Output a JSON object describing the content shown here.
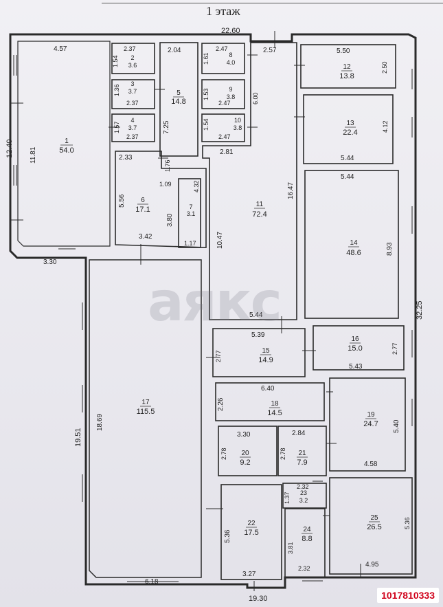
{
  "floor_title": "1 этаж",
  "watermark": "аякс",
  "listing_id": "1017810333",
  "outer_dims": {
    "top": "22.60",
    "left": "12.40",
    "right": "32.25",
    "bottom": "19.30",
    "left_lower": "19.51",
    "step": "3.30"
  },
  "rooms": [
    {
      "id": "1",
      "area": "54.0"
    },
    {
      "id": "2",
      "area": "3.6"
    },
    {
      "id": "3",
      "area": "3.7"
    },
    {
      "id": "4",
      "area": "3.7"
    },
    {
      "id": "5",
      "area": "14.8"
    },
    {
      "id": "6",
      "area": "17.1"
    },
    {
      "id": "7",
      "area": "3.1"
    },
    {
      "id": "8",
      "area": "4.0"
    },
    {
      "id": "9",
      "area": "3.8"
    },
    {
      "id": "10",
      "area": "3.8"
    },
    {
      "id": "11",
      "area": "72.4"
    },
    {
      "id": "12",
      "area": "13.8"
    },
    {
      "id": "13",
      "area": "22.4"
    },
    {
      "id": "14",
      "area": "48.6"
    },
    {
      "id": "15",
      "area": "14.9"
    },
    {
      "id": "16",
      "area": "15.0"
    },
    {
      "id": "17",
      "area": "115.5"
    },
    {
      "id": "18",
      "area": "14.5"
    },
    {
      "id": "19",
      "area": "24.7"
    },
    {
      "id": "20",
      "area": "9.2"
    },
    {
      "id": "21",
      "area": "7.9"
    },
    {
      "id": "22",
      "area": "17.5"
    },
    {
      "id": "23",
      "area": "3.2"
    },
    {
      "id": "24",
      "area": "8.8"
    },
    {
      "id": "25",
      "area": "26.5"
    }
  ],
  "dims": {
    "r1_top": "4.57",
    "r1_side": "11.81",
    "r2_top": "2.37",
    "r2_side": "1.54",
    "r3_side": "1.36",
    "r3_bottom": "2.37",
    "r4_side": "1.57",
    "r4_bottom": "2.37",
    "r5_top": "2.04",
    "r5_side": "7.25",
    "r6_top": "2.33",
    "r6_side": "5.56",
    "r6_bottom": "3.42",
    "r6_inner": "3.80",
    "r6_step1": "1.76",
    "r6_step2": "1.09",
    "r7_side": "4.32",
    "r7_bottom": "1.17",
    "r8_top": "2.47",
    "r8_side": "1.61",
    "r9_side": "1.53",
    "r9_bottom": "2.47",
    "r10_side": "1.54",
    "r10_bottom": "2.47",
    "wc_block": "6.00",
    "wc_top": "2.57",
    "wc_bottom": "2.81",
    "r11_side": "10.47",
    "r11_right": "16.47",
    "r11_bottom": "5.44",
    "r12_top": "5.50",
    "r12_side": "2.50",
    "r13_side": "4.12",
    "r13_bottom": "5.44",
    "r14_top": "5.44",
    "r14_side": "8.93",
    "r15_top": "5.39",
    "r15_side": "2.77",
    "r16_side": "2.77",
    "r16_bottom": "5.43",
    "r17_side": "18.69",
    "r17_bottom": "6.18",
    "r18_top": "6.40",
    "r18_side": "2.26",
    "r19_side": "5.40",
    "r19_bottom": "4.58",
    "r20_top": "3.30",
    "r20_side": "2.78",
    "r21_top": "2.84",
    "r21_side": "2.78",
    "r22_side": "5.36",
    "r22_bottom": "3.27",
    "r23_top": "2.32",
    "r23_side": "1.37",
    "r24_side": "3.81",
    "r24_bottom": "2.32",
    "r25_side": "5.36",
    "r25_bottom": "4.95"
  }
}
